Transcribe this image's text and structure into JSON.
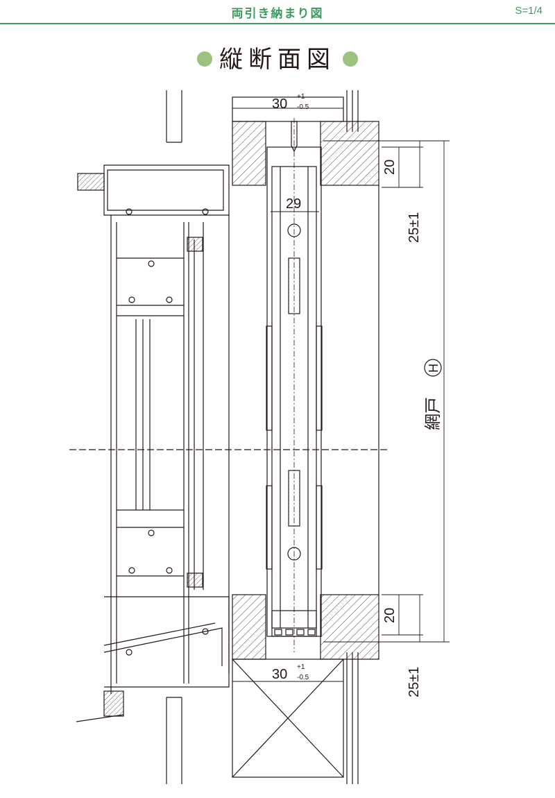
{
  "header": {
    "title": "両引き納まり図",
    "scale": "S=1/4"
  },
  "drawing": {
    "heading": "縦断面図",
    "dims": {
      "top_width_main": "30",
      "top_width_tol_plus": "+1",
      "top_width_tol_minus": "-0.5",
      "inner_width": "29",
      "top_rail": "20",
      "clearance_top": "25±1",
      "screen_height_label": "網戸",
      "screen_height_symbol": "H",
      "bottom_rail": "20",
      "clearance_bottom": "25±1",
      "bottom_width_main": "30",
      "bottom_width_tol_plus": "+1",
      "bottom_width_tol_minus": "-0.5"
    }
  }
}
